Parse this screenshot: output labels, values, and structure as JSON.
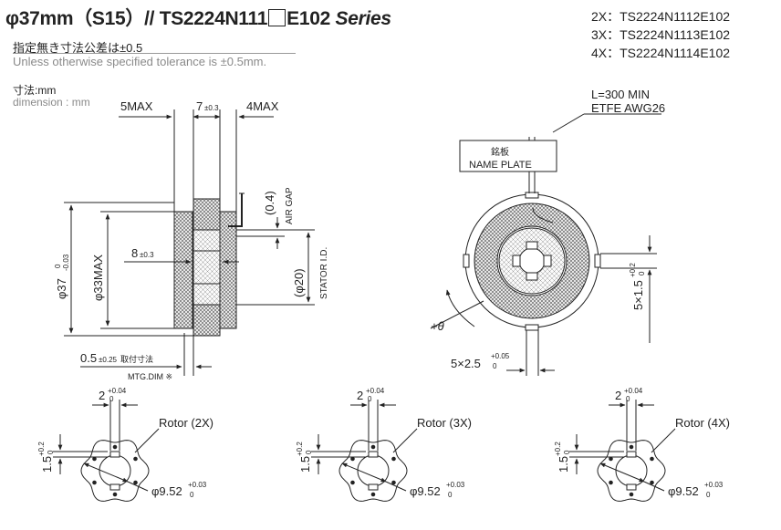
{
  "title": {
    "prefix": "φ37mm（S15）// TS2224N111",
    "suffix": "E102",
    "series": "Series"
  },
  "variants": [
    "2X：TS2224N1112E102",
    "3X：TS2224N1113E102",
    "4X：TS2224N1114E102"
  ],
  "tolerance": {
    "jp": "指定無き寸法公差は±0.5",
    "en": "Unless otherwise specified tolerance is ±0.5mm."
  },
  "dimension_unit": {
    "jp": "寸法:mm",
    "en": "dimension : mm"
  },
  "side_view": {
    "dim_5max": "5MAX",
    "dim_7": "7",
    "dim_7_tol": "±0.3",
    "dim_4max": "4MAX",
    "dim_8": "8",
    "dim_8_tol": "±0.3",
    "dim_phi37": "φ37",
    "dim_phi37_tol_upper": "0",
    "dim_phi37_tol_lower": "-0.03",
    "dim_phi33": "φ33MAX",
    "air_gap_value": "(0.4)",
    "air_gap_label": "AIR GAP",
    "stator_value": "(φ20)",
    "stator_label": "STATOR I.D.",
    "mtg_value": "0.5",
    "mtg_tol": "±0.25",
    "mtg_jp": "取付寸法",
    "mtg_label": "MTG.DIM ※"
  },
  "front_view": {
    "lead_length": "L=300 MIN",
    "lead_type": "ETFE AWG26",
    "nameplate_jp": "銘板",
    "nameplate_en": "NAME PLATE",
    "slot_dim": "5×1.5",
    "slot_tol_upper": "+0.2",
    "slot_tol_lower": "0",
    "width_dim": "5×2.5",
    "width_tol_upper": "+0.05",
    "width_tol_lower": "0",
    "theta": "+θ"
  },
  "rotors": [
    {
      "label": "Rotor (2X)",
      "width": "2",
      "width_tol_upper": "+0.04",
      "width_tol_lower": "0",
      "depth": "1.5",
      "depth_tol_upper": "+0.2",
      "depth_tol_lower": "0",
      "bore": "φ9.52",
      "bore_tol_upper": "+0.03",
      "bore_tol_lower": "0"
    },
    {
      "label": "Rotor (3X)",
      "width": "2",
      "width_tol_upper": "+0.04",
      "width_tol_lower": "0",
      "depth": "1.5",
      "depth_tol_upper": "+0.2",
      "depth_tol_lower": "0",
      "bore": "φ9.52",
      "bore_tol_upper": "+0.03",
      "bore_tol_lower": "0"
    },
    {
      "label": "Rotor (4X)",
      "width": "2",
      "width_tol_upper": "+0.04",
      "width_tol_lower": "0",
      "depth": "1.5",
      "depth_tol_upper": "+0.2",
      "depth_tol_lower": "0",
      "bore": "φ9.52",
      "bore_tol_upper": "+0.03",
      "bore_tol_lower": "0"
    }
  ]
}
